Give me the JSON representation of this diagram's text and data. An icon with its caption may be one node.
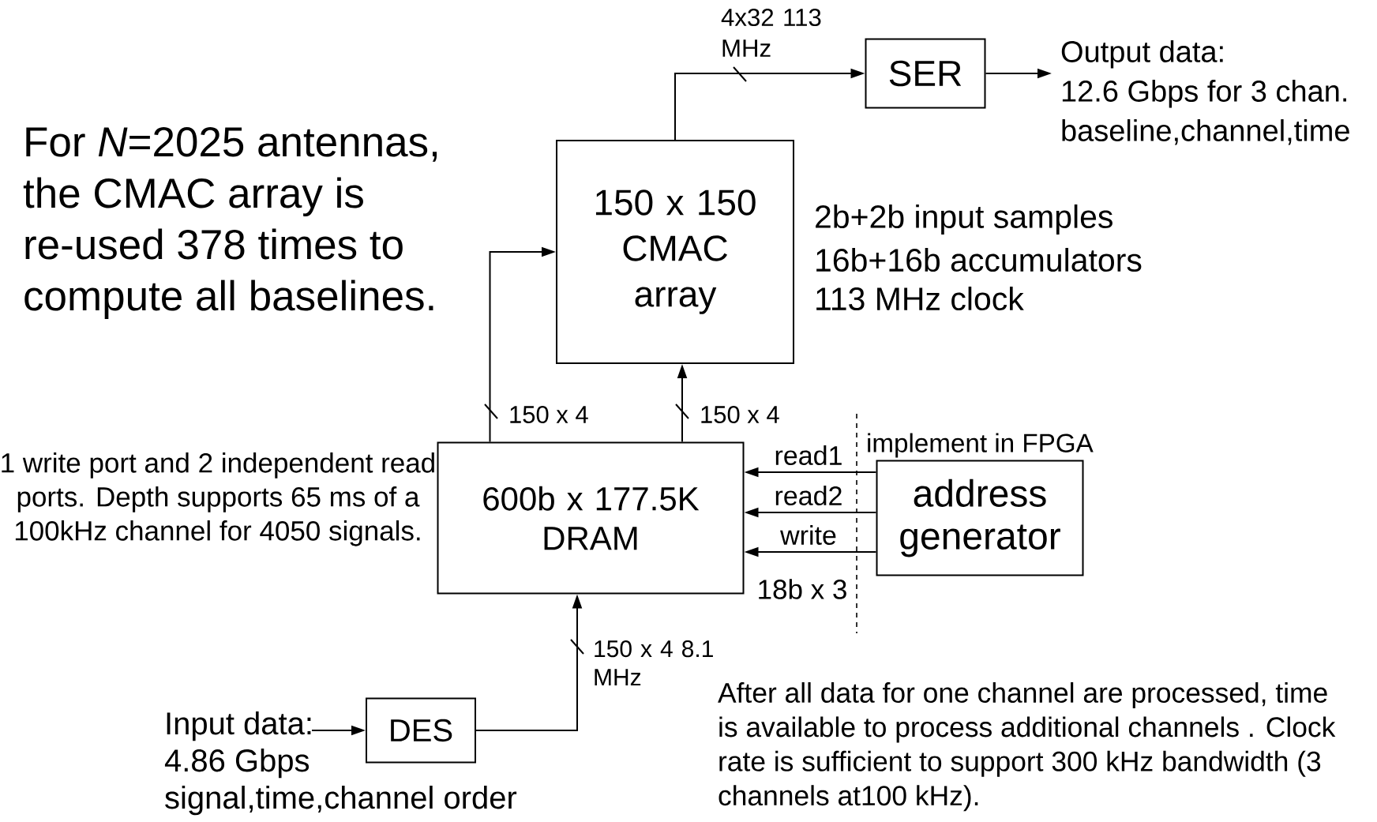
{
  "diagram": {
    "nodes": [
      {
        "text": [
          "SER"
        ]
      },
      {
        "text": [
          "Output data:",
          "12.6 Gbps for 3 chan.",
          "baseline,channel,time"
        ]
      },
      {
        "text": [
          "150 x 150 CMAC array"
        ]
      },
      {
        "text": [
          "600b x 177.5K DRAM"
        ]
      },
      {
        "text": [
          "address generator"
        ]
      },
      {
        "text": [
          "DES"
        ]
      },
      {
        "text": [
          "Input data:",
          "4.86 Gbps",
          "signal,time,channel order"
        ]
      }
    ],
    "edges": [
      {
        "from": 2,
        "to": 0,
        "arrow": "to",
        "label": "4x32 113 MHz"
      },
      {
        "from": 0,
        "to": 1,
        "arrow": "to"
      },
      {
        "from": 3,
        "to": 2,
        "arrow": "to",
        "label": "150 x 4"
      },
      {
        "from": 3,
        "to": 2,
        "arrow": "to",
        "label": "150 x 4"
      },
      {
        "from": 4,
        "to": 3,
        "arrow": "to",
        "label": "read1"
      },
      {
        "from": 4,
        "to": 3,
        "arrow": "to",
        "label": "read2"
      },
      {
        "from": 4,
        "to": 3,
        "arrow": "to",
        "label": "write"
      },
      {
        "from": 5,
        "to": 3,
        "arrow": "to",
        "label": "150 x 4 8.1 MHz"
      },
      {
        "from": 6,
        "to": 5,
        "arrow": "to"
      }
    ],
    "labels": [
      "For *N*=2025 antennas, the CMAC array is re-used 378 times to compute all baselines.",
      "2b+2b input samples",
      "16b+16b accumulators",
      "113 MHz clock",
      "implement in FPGA",
      "1 write port and 2 independent read ports. Depth supports 65 ms of a 100kHz channel for 4050 signals.",
      "18b x 3",
      "After all data for one channel are processed, time is available to process additional channels . Clock rate is sufficient to support 300 kHz bandwidth (3 channels at100 kHz)."
    ]
  }
}
